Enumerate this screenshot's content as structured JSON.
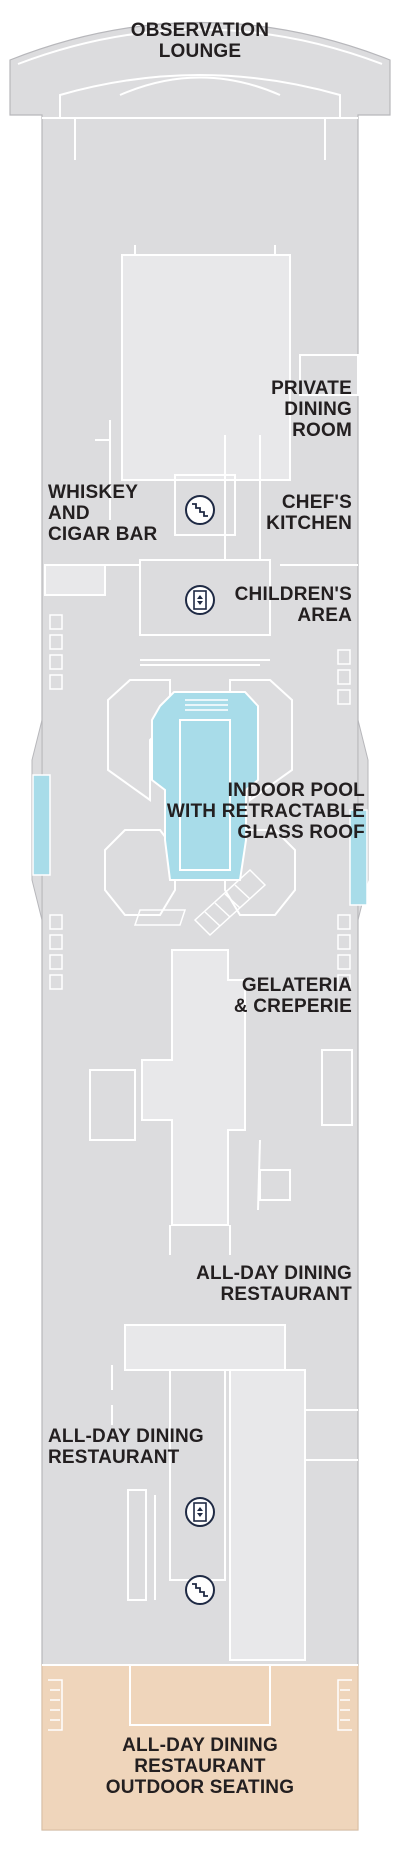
{
  "deck_plan": {
    "labels": {
      "observation_lounge": "OBSERVATION\nLOUNGE",
      "private_dining_room": "PRIVATE\nDINING\nROOM",
      "whiskey_cigar_bar": "WHISKEY\nAND\nCIGAR BAR",
      "chefs_kitchen": "CHEF'S\nKITCHEN",
      "childrens_area": "CHILDREN'S\nAREA",
      "indoor_pool": "INDOOR POOL\nWITH RETRACTABLE\nGLASS ROOF",
      "gelateria": "GELATERIA\n& CREPERIE",
      "all_day_dining_1": "ALL-DAY DINING\nRESTAURANT",
      "all_day_dining_2": "ALL-DAY DINING\nRESTAURANT",
      "all_day_dining_outdoor": "ALL-DAY DINING\nRESTAURANT\nOUTDOOR SEATING"
    },
    "icons": [
      "stairs-icon",
      "elevator-icon",
      "elevator-icon",
      "stairs-icon"
    ],
    "colors": {
      "deck": "#dcdcde",
      "outline": "#ffffff",
      "pool": "#a8dce9",
      "outdoor": "#efd5bb",
      "text": "#231f20",
      "icon": "#1f2a44"
    }
  }
}
